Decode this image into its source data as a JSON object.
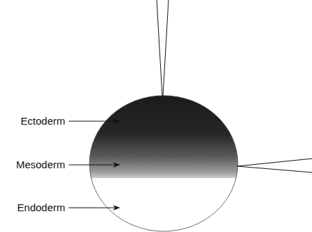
{
  "diagram": {
    "labels": [
      "Ectoderm",
      "Mesoderm",
      "Endoderm"
    ]
  }
}
